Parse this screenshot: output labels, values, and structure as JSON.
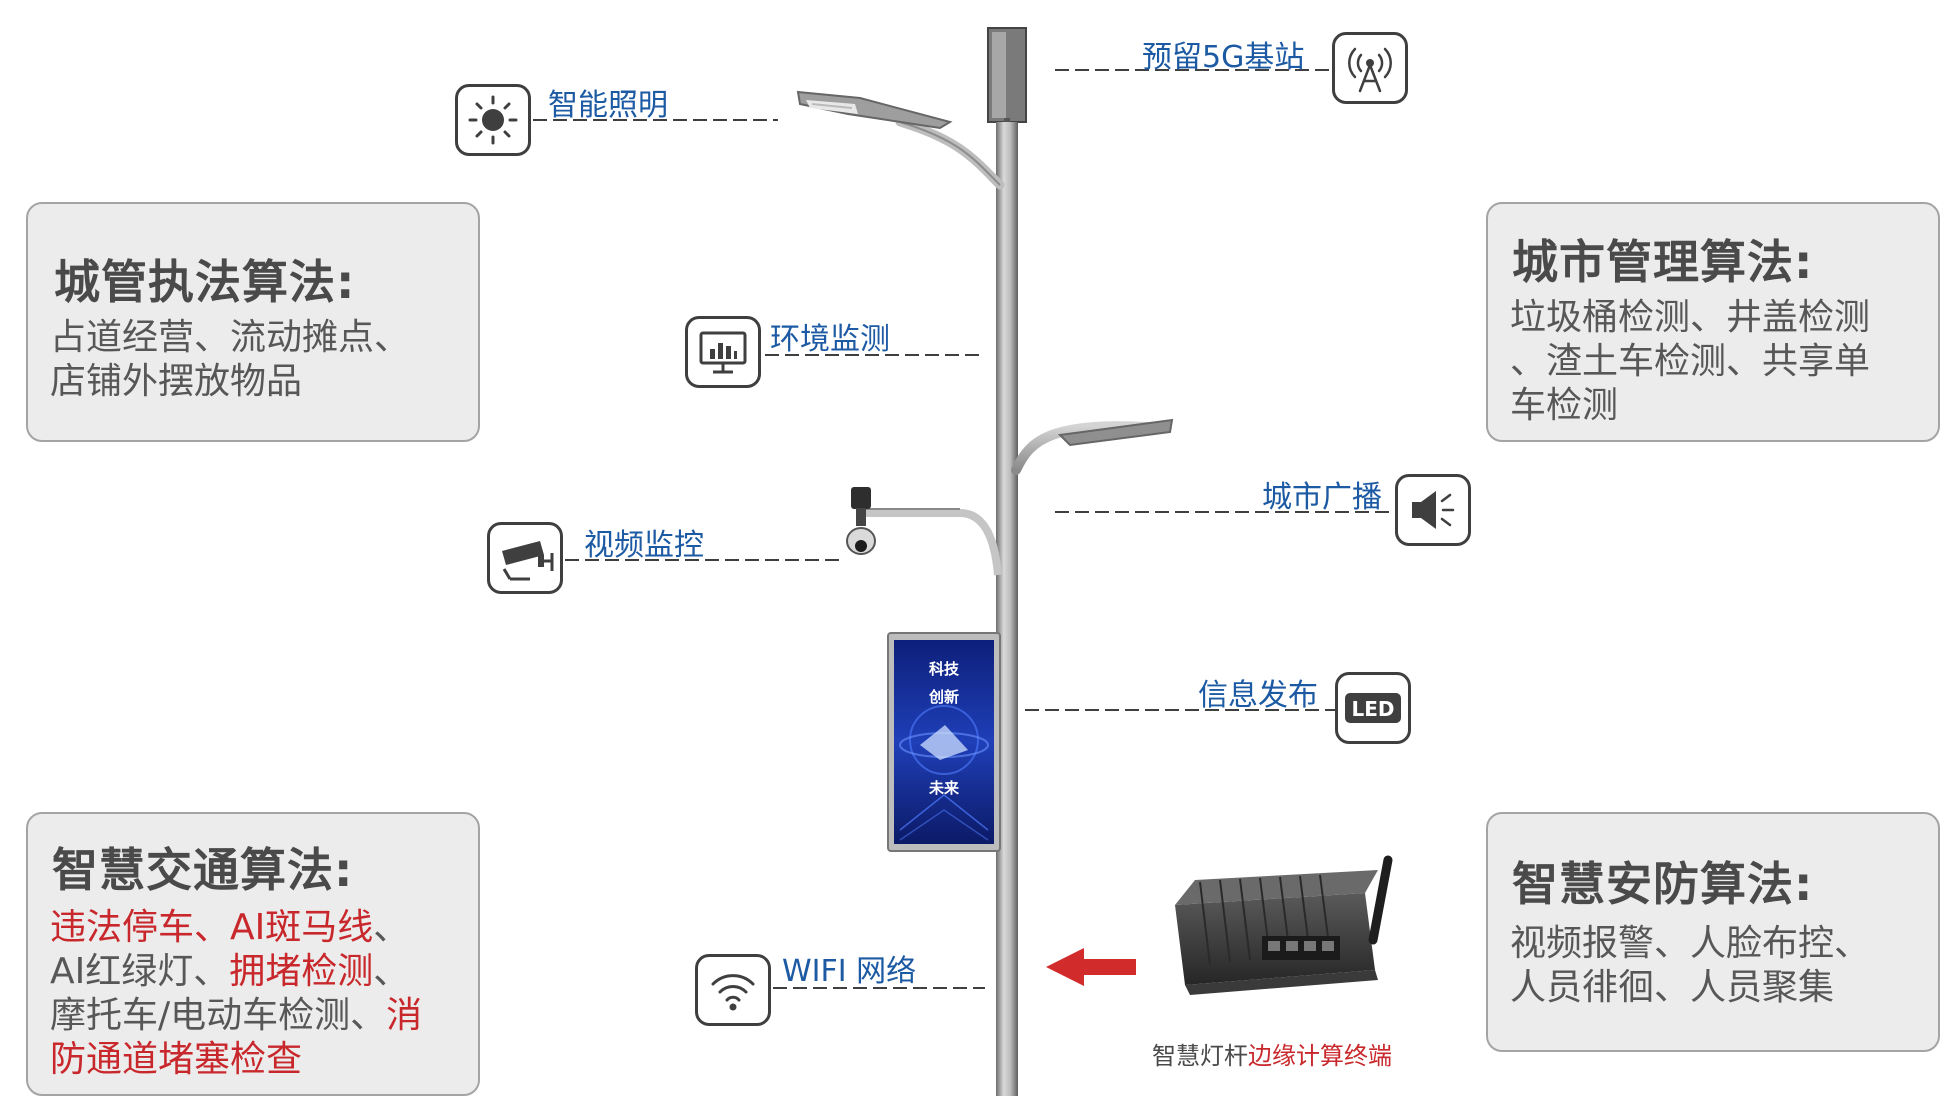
{
  "labels": {
    "lighting": "智能照明",
    "station5g": "预留5G基站",
    "environment": "环境监测",
    "broadcast": "城市广播",
    "video": "视频监控",
    "info": "信息发布",
    "wifi": "WIFI 网络"
  },
  "screen_text": {
    "line1": "科技",
    "line2": "创新",
    "line3": "未来"
  },
  "led_badge": "LED",
  "device_caption": {
    "part1": "智慧灯杆",
    "part2": "边缘计算终端"
  },
  "boxes": {
    "enforcement": {
      "title": "城管执法算法:",
      "lines": [
        "占道经营、流动摊点、",
        "店铺外摆放物品"
      ]
    },
    "city_management": {
      "title": "城市管理算法:",
      "lines": [
        "垃圾桶检测、井盖检测",
        "、渣土车检测、共享单",
        "车检测"
      ]
    },
    "traffic": {
      "title": "智慧交通算法:",
      "segments": [
        "违法停车、AI斑马线",
        "、",
        "AI红绿灯、",
        "拥堵检测",
        "、",
        "摩托车/电动车检测、",
        "消",
        "防通道堵塞检查"
      ]
    },
    "security": {
      "title": "智慧安防算法:",
      "lines": [
        "视频报警、人脸布控、",
        "人员徘徊、人员聚集"
      ]
    }
  },
  "colors": {
    "label_blue": "#1d5aa4",
    "highlight_red": "#c8282c",
    "box_bg": "#ececec",
    "text_gray": "#575757"
  },
  "icons": [
    "sun-icon",
    "antenna-icon",
    "monitor-chart-icon",
    "speaker-icon",
    "cctv-camera-icon",
    "led-badge-icon",
    "wifi-icon"
  ]
}
